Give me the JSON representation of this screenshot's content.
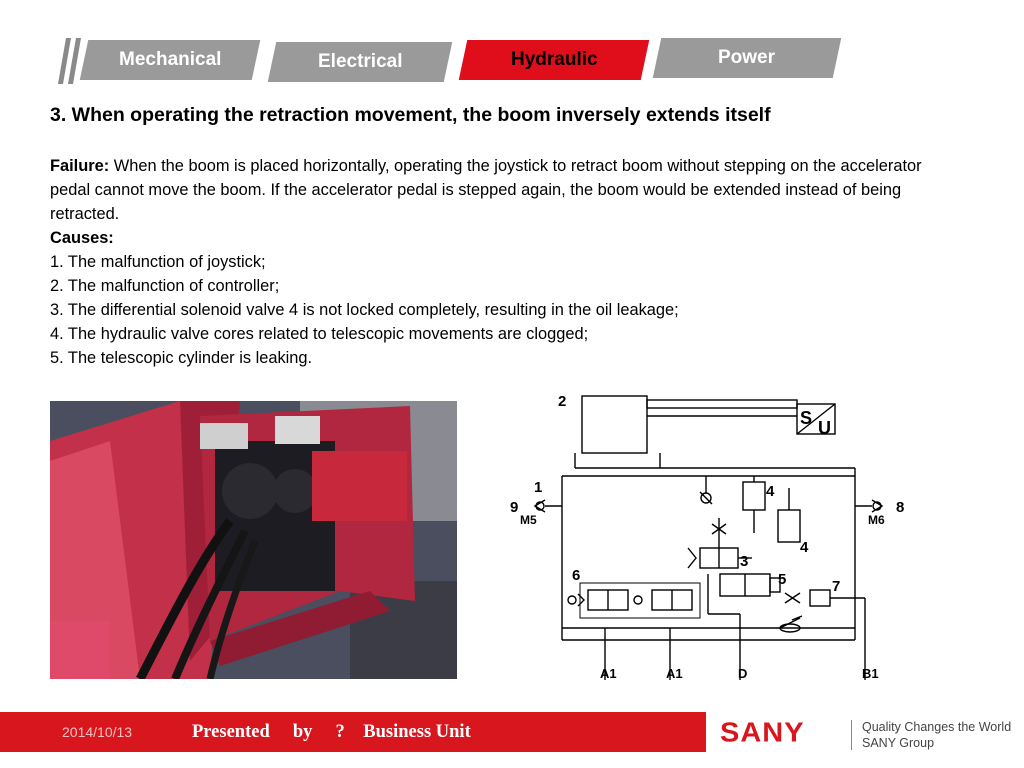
{
  "tabs": [
    {
      "label": "Mechanical",
      "active": false
    },
    {
      "label": "Electrical",
      "active": false
    },
    {
      "label": "Hydraulic",
      "active": true
    },
    {
      "label": "Power",
      "active": false
    }
  ],
  "colors": {
    "accent": "#e00d1b",
    "tab_inactive": "#9a9a9a"
  },
  "title": "3. When operating the retraction movement, the boom inversely extends itself",
  "failure": {
    "label": "Failure:",
    "text": " When the boom is placed horizontally, operating the joystick to retract boom without stepping on the accelerator pedal cannot move the boom. If the accelerator pedal is stepped again, the boom would be extended instead of being retracted."
  },
  "causes": {
    "label": "Causes:",
    "items": [
      "1. The malfunction of joystick;",
      "2. The malfunction of controller;",
      "3. The differential solenoid valve 4 is not locked completely, resulting in the oil leakage;",
      "4. The hydraulic valve cores related to telescopic movements are clogged;",
      "5. The telescopic cylinder is leaking."
    ]
  },
  "schematic": {
    "labels": {
      "n1": "1",
      "n2": "2",
      "n3": "3",
      "n4a": "4",
      "n4b": "4",
      "n5": "5",
      "n6": "6",
      "n7": "7",
      "n8": "8",
      "n9": "9",
      "m5": "M5",
      "m6": "M6",
      "a1a": "A1",
      "a1b": "A1",
      "d": "D",
      "b1": "B1",
      "s": "S",
      "u": "U"
    }
  },
  "footer": {
    "date": "2014/10/13",
    "presented": "Presented     by     ?    Business Unit",
    "brand": "SANY",
    "slogan_line1": "Quality Changes the World",
    "slogan_line2": "SANY Group"
  }
}
